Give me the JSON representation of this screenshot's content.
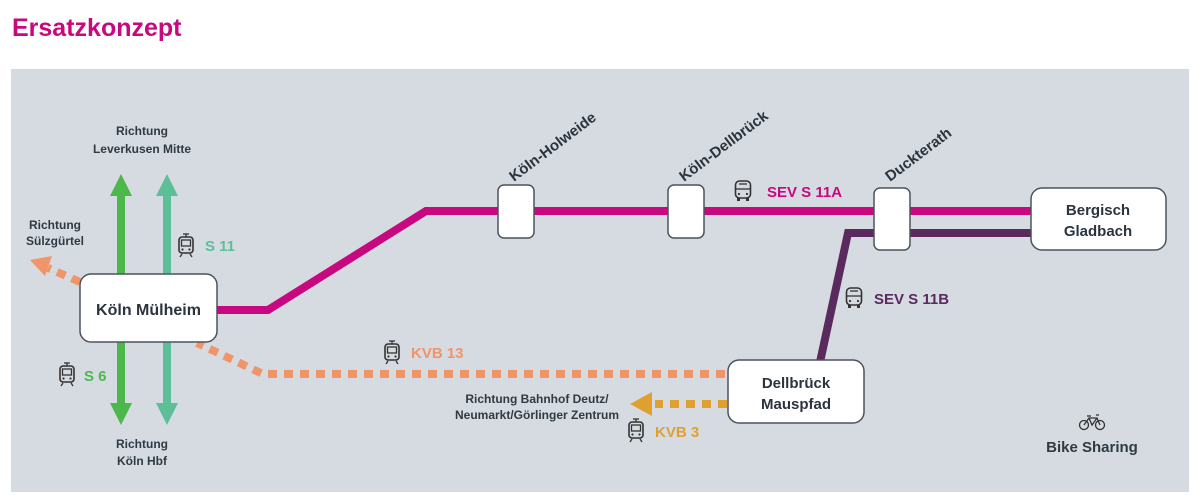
{
  "title": "Ersatzkonzept",
  "colors": {
    "title": "#c8087f",
    "sev_s11a": "#c8087f",
    "sev_s11b": "#5a2a5e",
    "s6": "#4cb84c",
    "s11": "#5cbf98",
    "kvb13": "#f0946a",
    "kvb3": "#e0a030",
    "panel_bg": "#d6dbe1",
    "text": "#2f3a44"
  },
  "stations": {
    "koeln_muelheim": "Köln Mülheim",
    "koeln_holweide": "Köln-Holweide",
    "koeln_dellbrueck": "Köln-Dellbrück",
    "duckterath": "Duckterath",
    "bergisch_gladbach": [
      "Bergisch",
      "Gladbach"
    ],
    "dellbrueck_mauspfad": [
      "Dellbrück",
      "Mauspfad"
    ]
  },
  "directions": {
    "leverkusen": [
      "Richtung",
      "Leverkusen Mitte"
    ],
    "suelzguertel": [
      "Richtung",
      "Sülzgürtel"
    ],
    "koeln_hbf": [
      "Richtung",
      "Köln Hbf"
    ],
    "bahnhof_deutz": [
      "Richtung Bahnhof Deutz/",
      "Neumarkt/Görlinger Zentrum"
    ]
  },
  "lines": {
    "s11": {
      "label": "S 11",
      "icon": "train-icon"
    },
    "s6": {
      "label": "S 6",
      "icon": "train-icon"
    },
    "kvb13": {
      "label": "KVB 13",
      "icon": "tram-icon"
    },
    "kvb3": {
      "label": "KVB 3",
      "icon": "tram-icon"
    },
    "sev_s11a": {
      "label": "SEV S 11A",
      "icon": "bus-icon"
    },
    "sev_s11b": {
      "label": "SEV S 11B",
      "icon": "bus-icon"
    }
  },
  "legend": {
    "bike_sharing": {
      "label": "Bike Sharing",
      "icon": "bicycle-icon"
    }
  }
}
